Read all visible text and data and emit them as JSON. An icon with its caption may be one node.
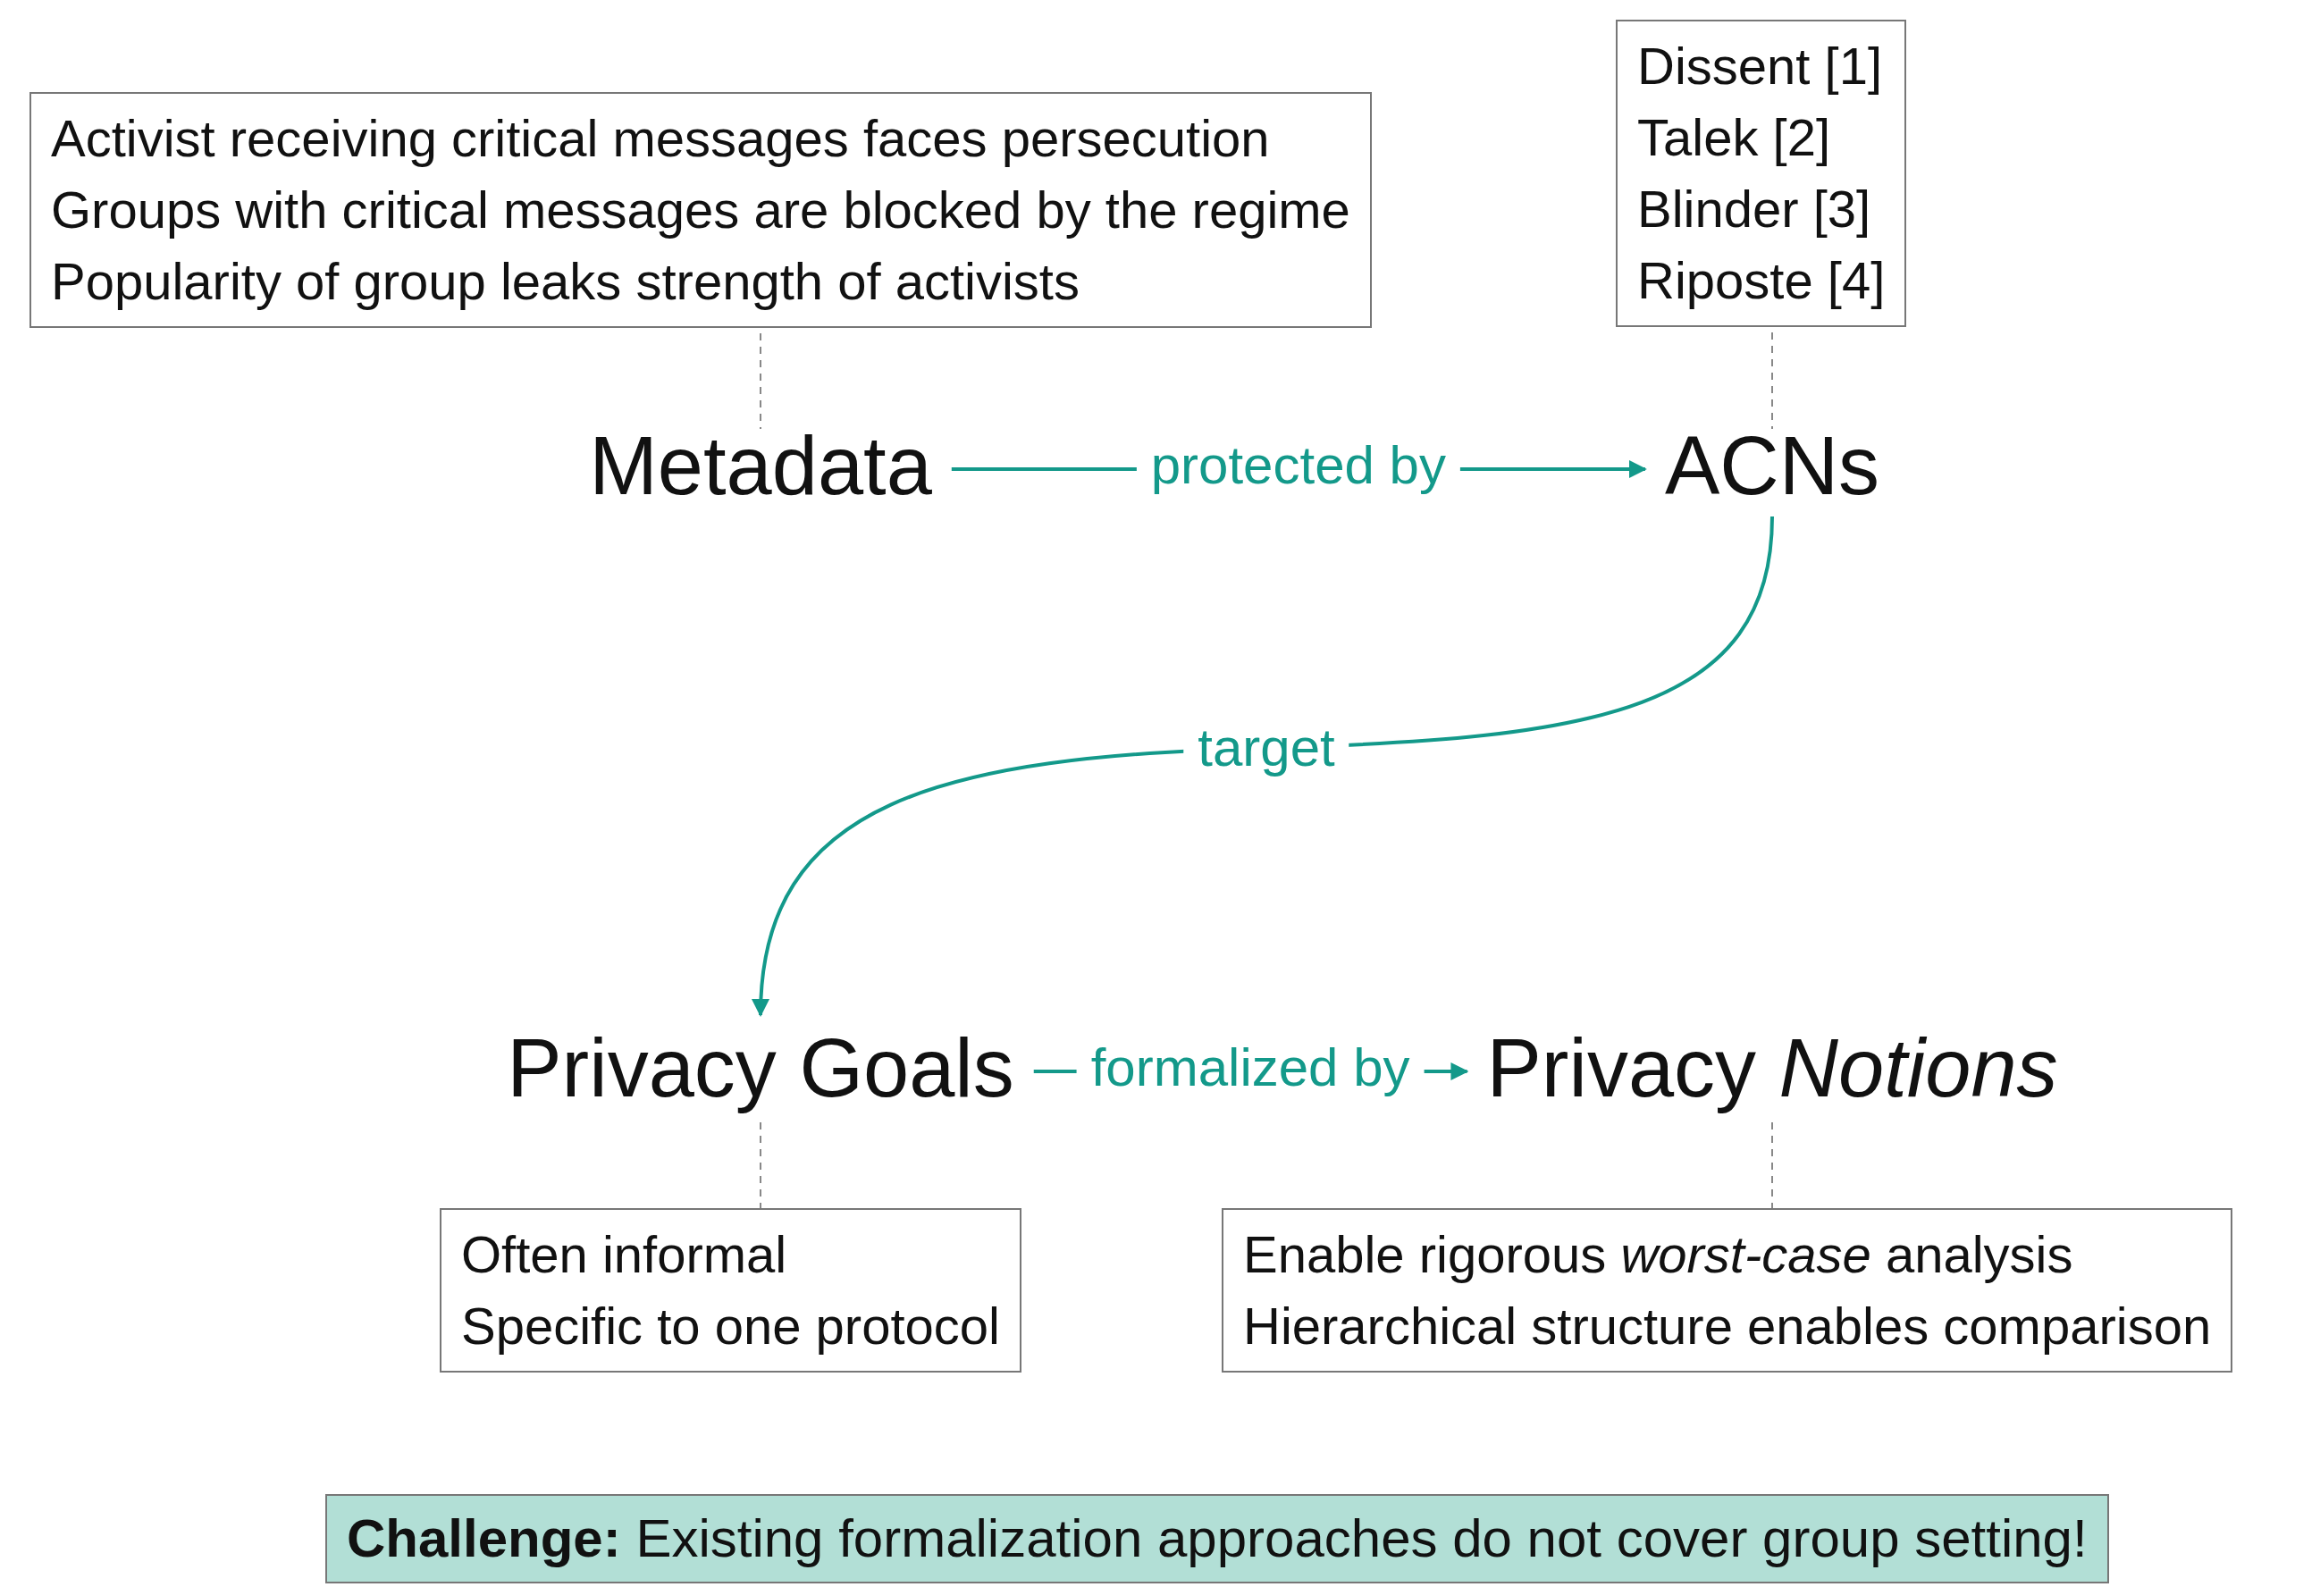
{
  "diagram": {
    "nodes": [
      {
        "text": [
          "Activist receiving critical messages faces persecution",
          "Groups with critical messages are blocked by the regime",
          "Popularity of group leaks strength of activists"
        ]
      },
      {
        "text": [
          "Dissent [1]",
          "Talek [2]",
          "Blinder [3]",
          "Riposte [4]"
        ]
      },
      {
        "text": [
          "Metadata"
        ]
      },
      {
        "text": [
          "ACNs"
        ]
      },
      {
        "text": [
          "Privacy Goals"
        ]
      },
      {
        "text": [
          "Privacy *Notions*"
        ]
      },
      {
        "text": [
          "Often informal",
          "Specific to one protocol"
        ]
      },
      {
        "text": [
          "Enable rigorous *worst-case* analysis",
          "Hierarchical structure enables comparison"
        ]
      },
      {
        "text": [
          "**Challenge:** Existing formalization approaches do not cover group setting!"
        ]
      }
    ],
    "edges": [
      {
        "from": 0,
        "to": 2,
        "arrow": "none",
        "style": "dashed"
      },
      {
        "from": 1,
        "to": 3,
        "arrow": "none",
        "style": "dashed"
      },
      {
        "from": 2,
        "to": 3,
        "arrow": "to",
        "label": "protected by",
        "color": "#13998a"
      },
      {
        "from": 3,
        "to": 4,
        "arrow": "to",
        "label": "target",
        "color": "#13998a"
      },
      {
        "from": 4,
        "to": 5,
        "arrow": "to",
        "label": "formalized by",
        "color": "#13998a"
      },
      {
        "from": 4,
        "to": 6,
        "arrow": "none",
        "style": "dashed"
      },
      {
        "from": 5,
        "to": 7,
        "arrow": "none",
        "style": "dashed"
      }
    ]
  }
}
